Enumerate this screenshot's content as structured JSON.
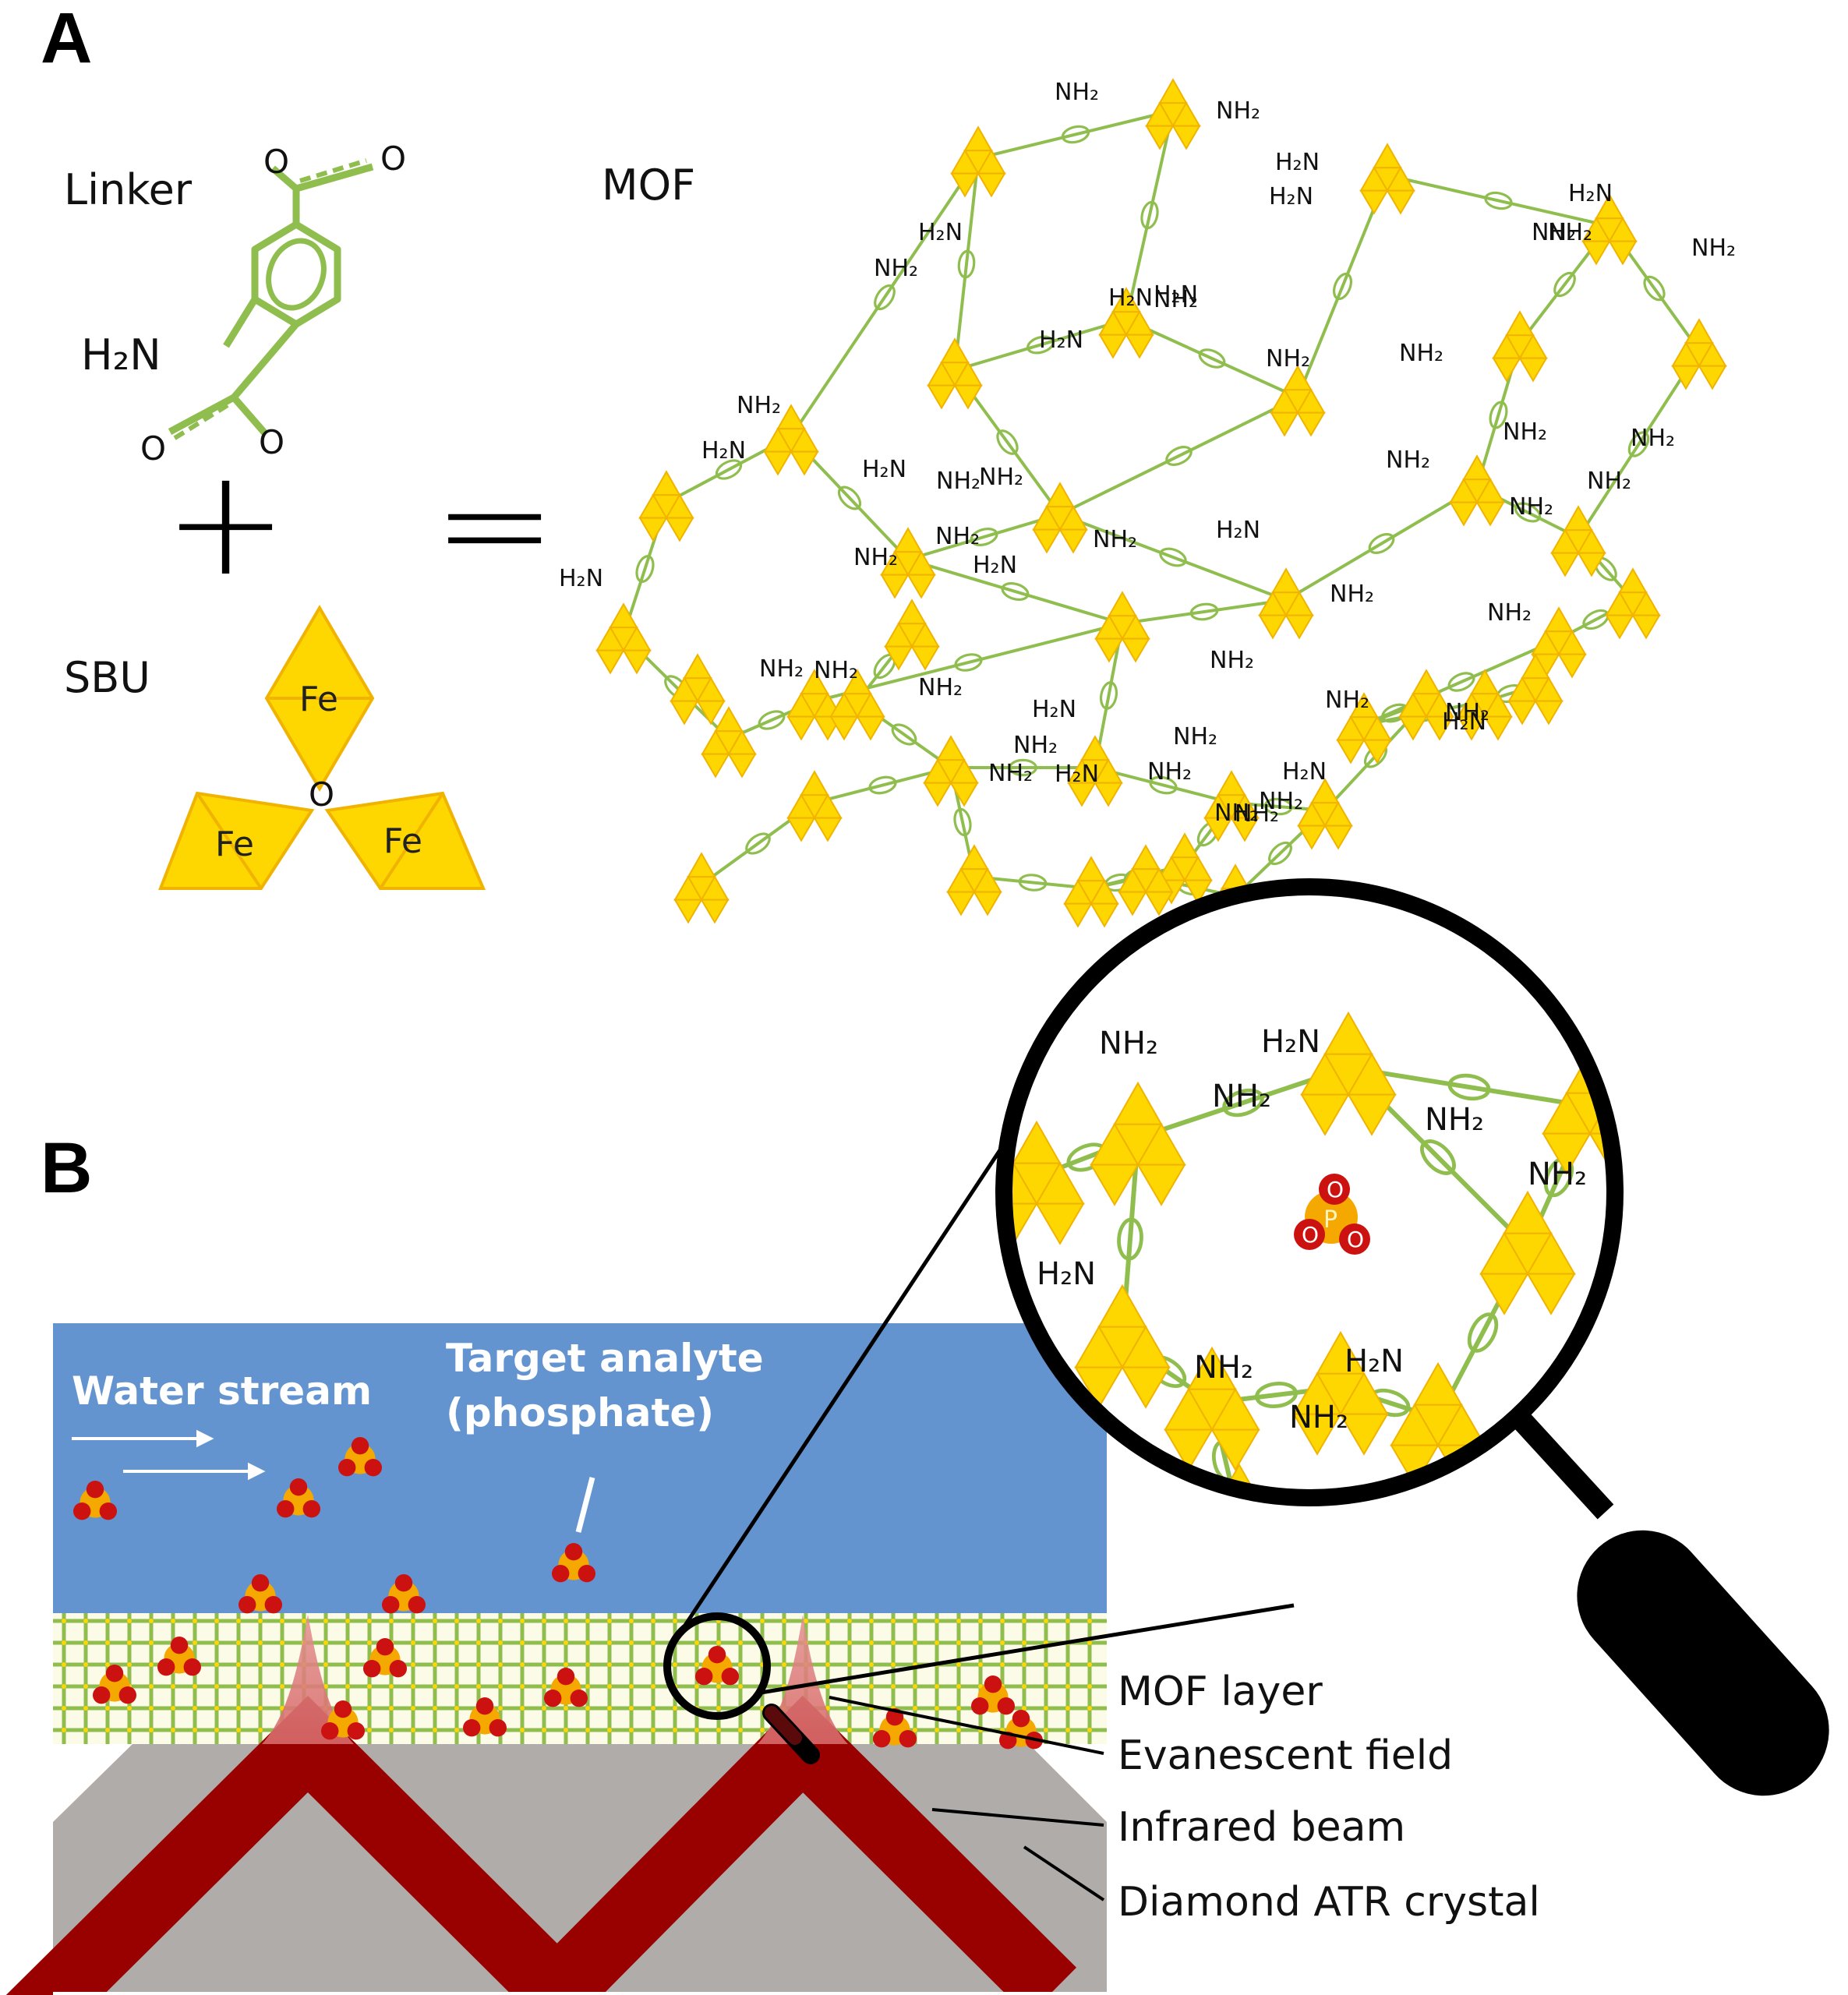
{
  "panel_a": {
    "letter": "A",
    "linker_label": "Linker",
    "sbu_label": "SBU",
    "mof_label": "MOF",
    "plus": "+",
    "equals": "=",
    "amine_label_left": "H₂N",
    "amine_label_right": "NH₂",
    "oxygen": "O",
    "iron": "Fe"
  },
  "panel_b": {
    "letter": "B",
    "water_stream": "Water stream",
    "target_line1": "Target analyte",
    "target_line2": "(phosphate)",
    "phosphorus": "P",
    "callouts": [
      "MOF layer",
      "Evanescent field",
      "Infrared beam",
      "Diamond ATR crystal"
    ]
  },
  "colors": {
    "linker_green": "#8fbe4f",
    "sbu_yellow": "#ffd700",
    "sbu_orange": "#f0b400",
    "water_blue": "#6394cf",
    "crystal_gray": "#b0acaa",
    "beam_red": "#990000",
    "oxygen_red": "#cc1111",
    "phosphate_orange": "#f5a800"
  }
}
